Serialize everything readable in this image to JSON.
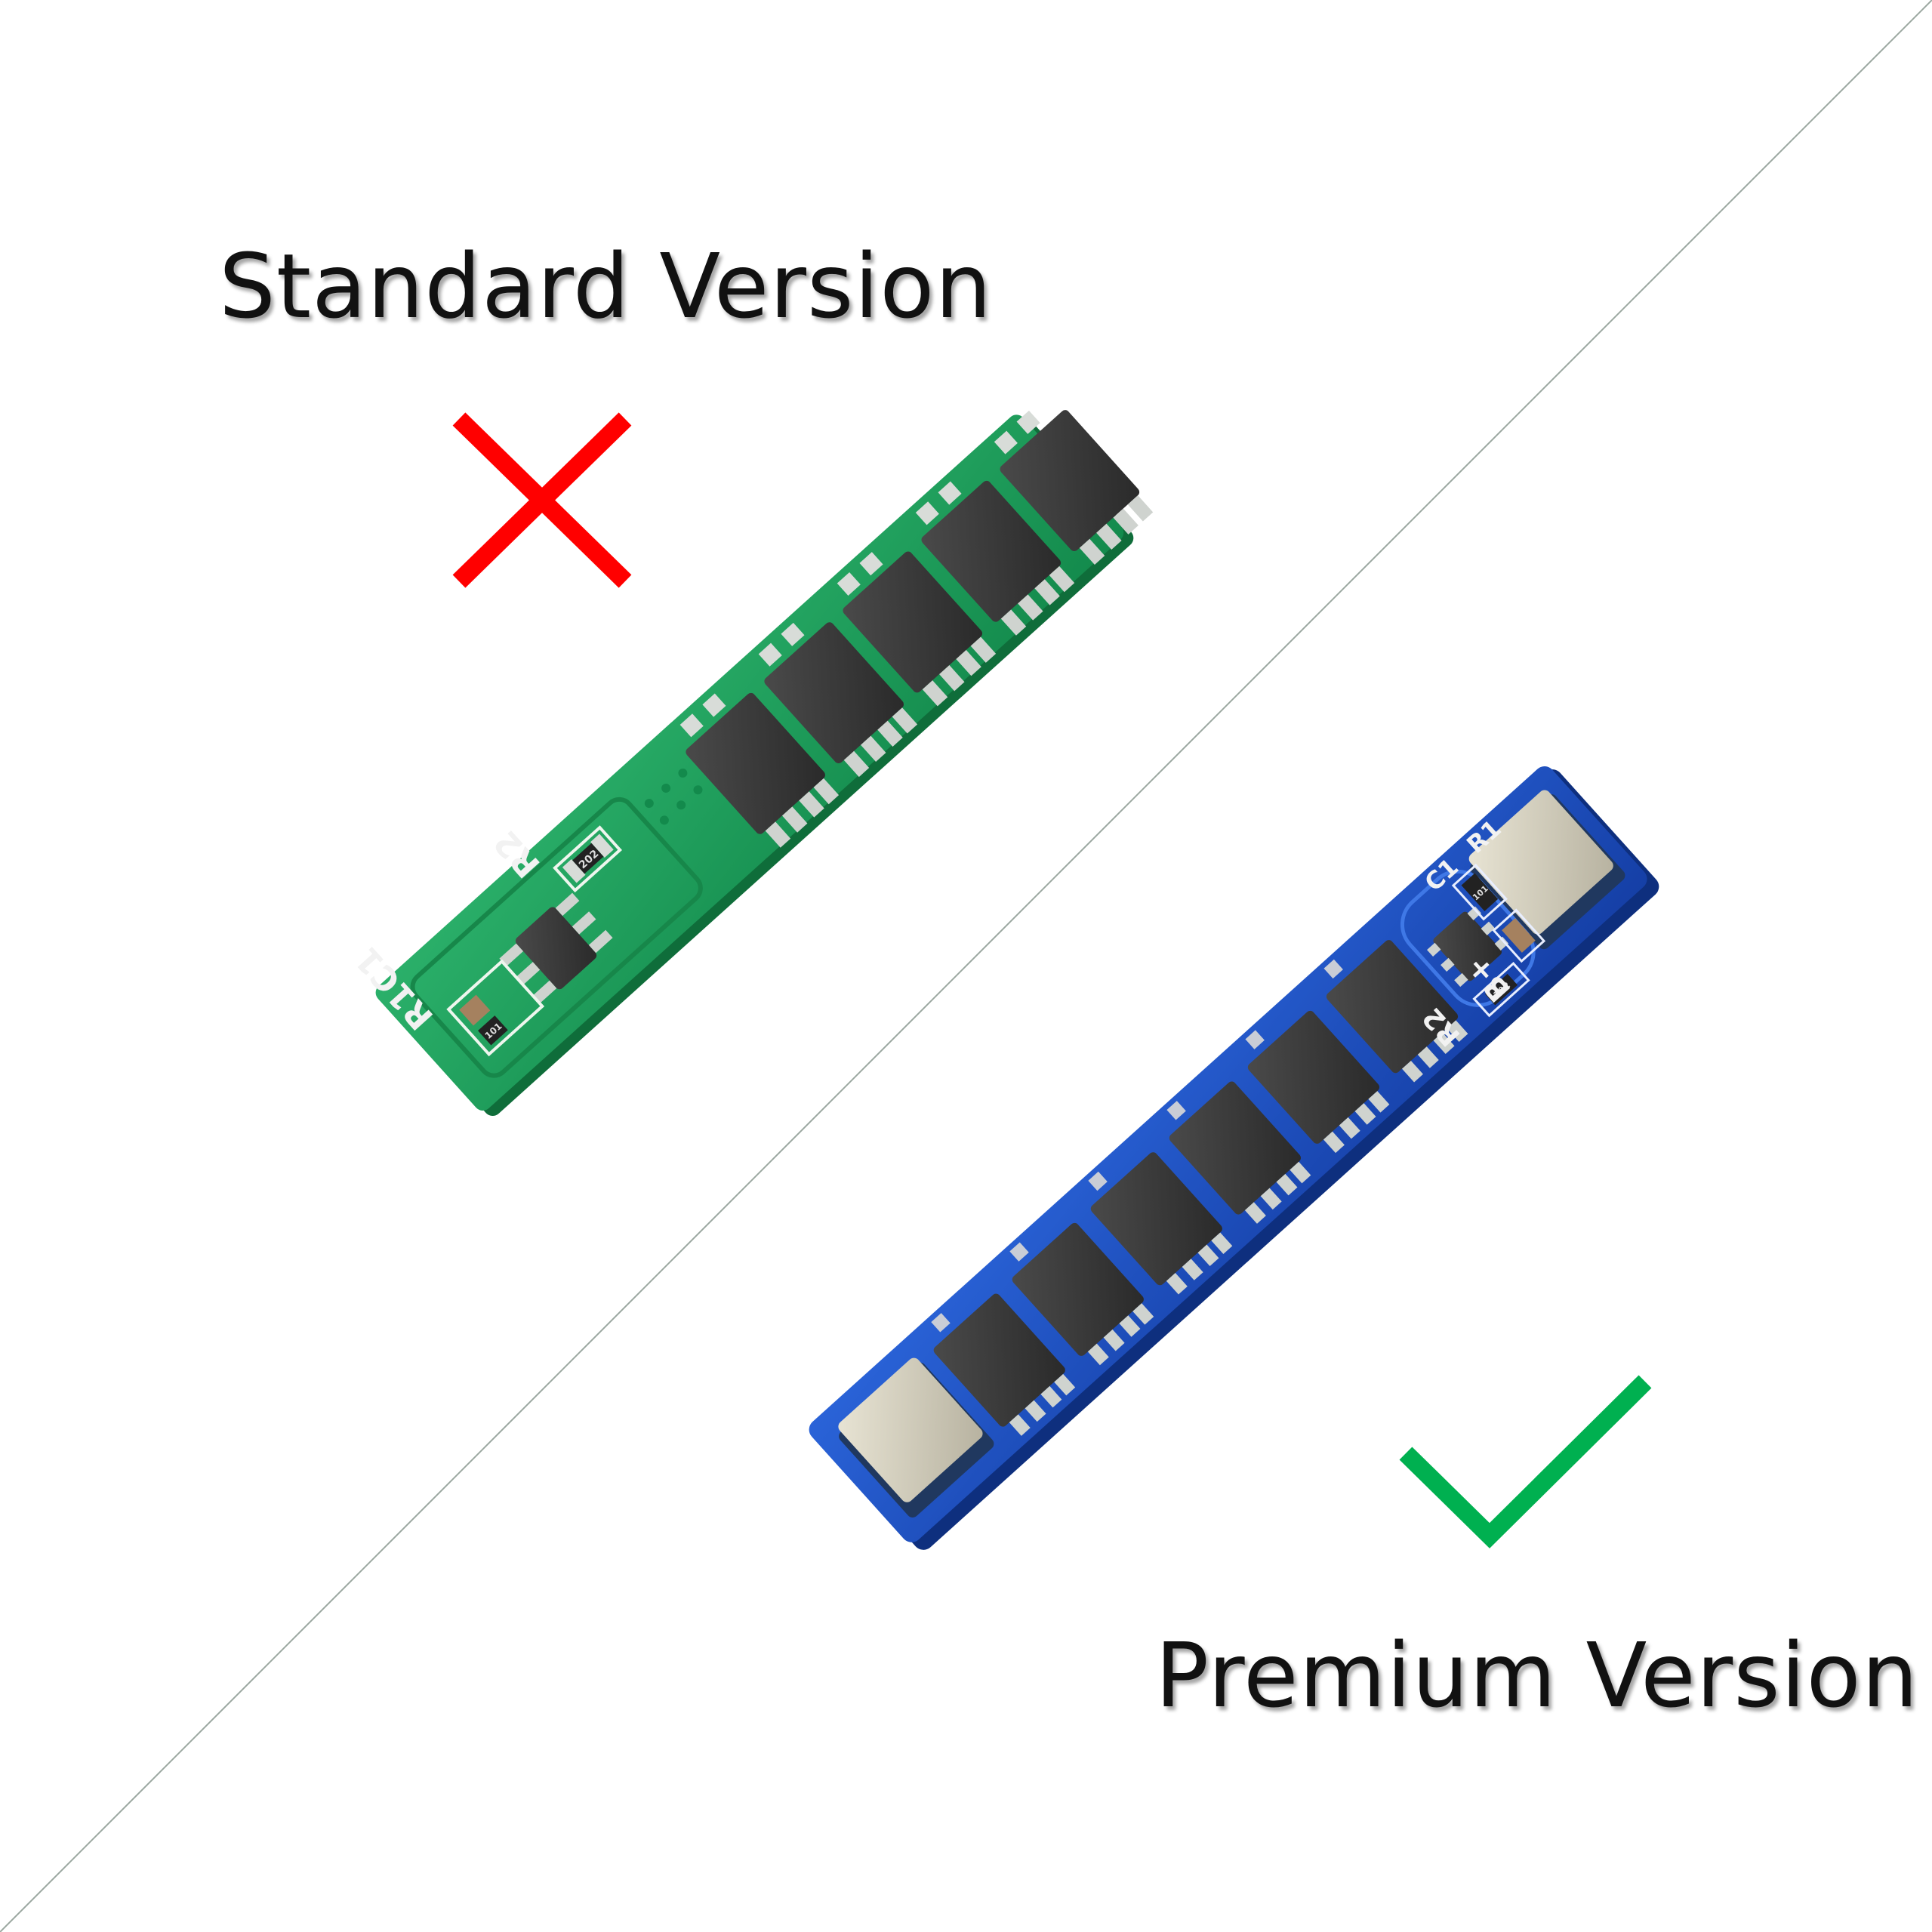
{
  "labels": {
    "standard": "Standard Version",
    "premium": "Premium Version"
  },
  "marks": {
    "standard": {
      "icon": "cross-icon",
      "color": "#ff0000"
    },
    "premium": {
      "icon": "check-icon",
      "color": "#00b050"
    }
  },
  "standard_board": {
    "color": "#1f9a5c",
    "silkscreen": {
      "r2": "R2",
      "r1c1": "R1C1",
      "r2_code": "202",
      "r1_code": "101"
    }
  },
  "premium_board": {
    "color": "#1e4fc0",
    "silkscreen": {
      "r1": "R1",
      "c1": "C1",
      "bplus": "B+",
      "r2": "R2",
      "r1_code": "101",
      "r2_code": "102"
    }
  },
  "divider_color": "#9aa7a0"
}
